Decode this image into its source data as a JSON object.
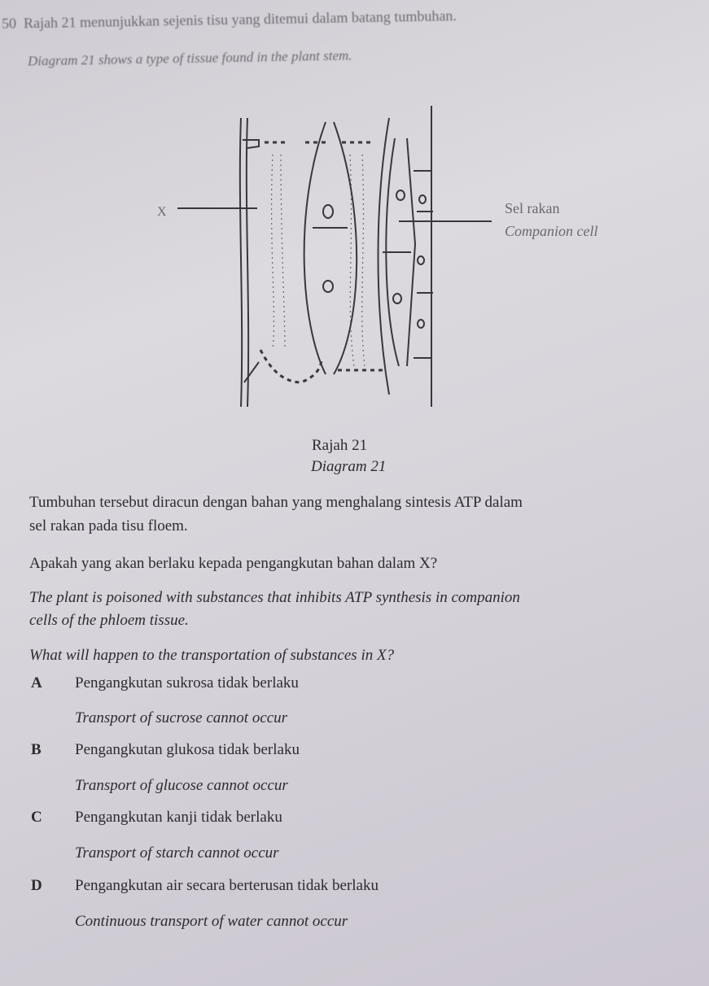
{
  "question": {
    "number": "50",
    "intro_ms": "Rajah 21 menunjukkan sejenis tisu yang ditemui dalam batang tumbuhan.",
    "intro_en": "Diagram 21 shows a type of tissue found in the plant stem."
  },
  "diagram": {
    "label_x": "X",
    "label_companion_ms": "Sel rakan",
    "label_companion_en": "Companion cell",
    "caption_ms": "Rajah 21",
    "caption_en": "Diagram 21"
  },
  "stem": {
    "ms_line1": "Tumbuhan tersebut diracun dengan bahan yang menghalang sintesis ATP dalam",
    "ms_line2": "sel rakan pada tisu floem.",
    "ms_question": "Apakah yang akan berlaku kepada pengangkutan bahan dalam X?",
    "en_line1": "The plant is poisoned with substances that inhibits ATP synthesis in companion",
    "en_line2": "cells of the phloem tissue.",
    "en_question": "What will happen to the transportation of substances in X?"
  },
  "options": [
    {
      "letter": "A",
      "ms": "Pengangkutan sukrosa tidak berlaku",
      "en": "Transport of sucrose cannot occur"
    },
    {
      "letter": "B",
      "ms": "Pengangkutan glukosa tidak berlaku",
      "en": "Transport of glucose cannot occur"
    },
    {
      "letter": "C",
      "ms": "Pengangkutan kanji tidak berlaku",
      "en": "Transport of starch cannot occur"
    },
    {
      "letter": "D",
      "ms": "Pengangkutan air secara berterusan tidak berlaku",
      "en": "Continuous transport of water cannot occur"
    }
  ]
}
